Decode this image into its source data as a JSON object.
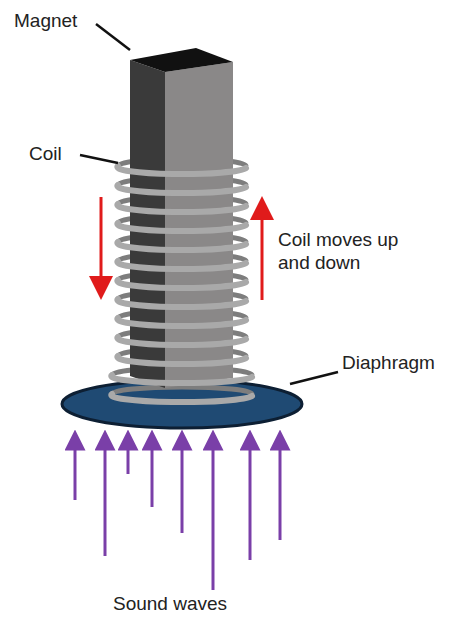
{
  "diagram": {
    "labels": [
      "Magnet",
      "Coil",
      "Coil moves up and down",
      "Diaphragm",
      "Sound waves"
    ]
  }
}
